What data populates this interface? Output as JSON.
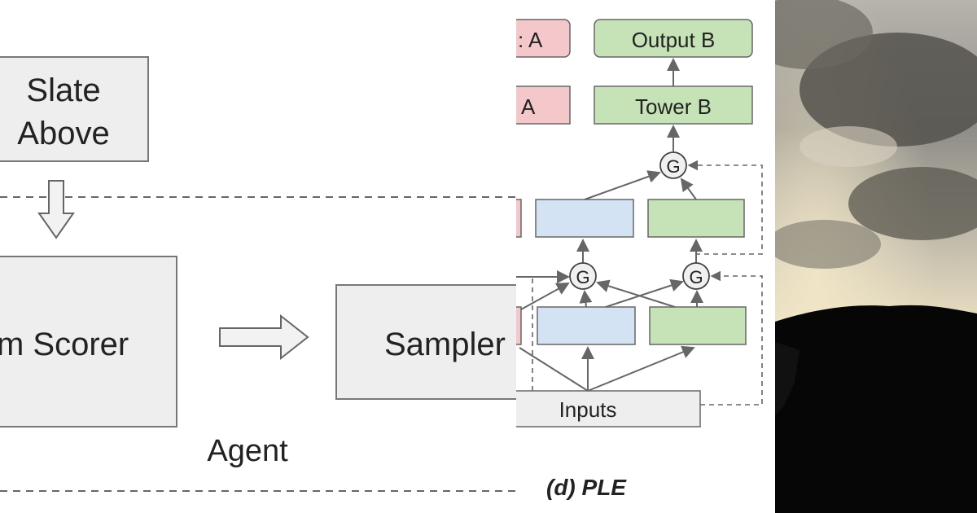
{
  "left": {
    "slate_above": [
      "Slate",
      "Above"
    ],
    "item_scorer": "m Scorer",
    "sampler": "Sampler",
    "agent": "Agent"
  },
  "ple": {
    "output_a": ": A",
    "output_b": "Output B",
    "tower_a": "A",
    "tower_b": "Tower B",
    "gate": "G",
    "inputs": "Inputs",
    "caption": "(d) PLE",
    "colors": {
      "pink": "#f4c7cb",
      "blue": "#d4e3f4",
      "green": "#c6e3b8",
      "gray": "#eeeeee",
      "line": "#666666"
    }
  }
}
